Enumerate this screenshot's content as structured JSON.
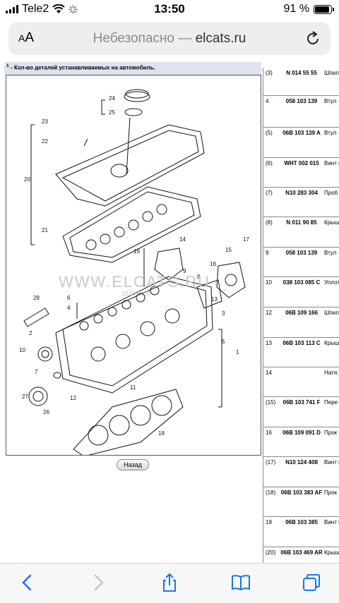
{
  "status_bar": {
    "carrier": "Tele2",
    "time": "13:50",
    "battery": "91 %",
    "battery_level": 0.91
  },
  "browser": {
    "text_size_label": "AA",
    "insecure_label": "Небезопасно —",
    "domain": "elcats.ru"
  },
  "page": {
    "footnote_mark": "1",
    "footnote": "- Кол-во деталей устанавливаемых на автомобиль.",
    "watermark": "WWW.ELCATS.RU",
    "watermark_date": "22.02.2020",
    "back_button": "Назад"
  },
  "callouts": [
    "24",
    "25",
    "23",
    "22",
    "20",
    "21",
    "19",
    "14",
    "15",
    "17",
    "16",
    "13",
    "28",
    "6",
    "4",
    "9",
    "8",
    "3",
    "2",
    "10",
    "5",
    "7",
    "1",
    "27",
    "12",
    "11",
    "26",
    "18"
  ],
  "parts": [
    {
      "pos": "(3)",
      "number": "N 014 55 55",
      "desc": "Шпил"
    },
    {
      "pos": "4",
      "number": "058 103 139",
      "desc": "Втул"
    },
    {
      "pos": "(5)",
      "number": "06B 103 139 A",
      "desc": "Втул"
    },
    {
      "pos": "(6)",
      "number": "WHT 002 015",
      "desc": "Винт голов много"
    },
    {
      "pos": "(7)",
      "number": "N10 283 304",
      "desc": "Проб"
    },
    {
      "pos": "(8)",
      "number": "N 011 90 85",
      "desc": "Крыш"
    },
    {
      "pos": "9",
      "number": "058 103 139",
      "desc": "Втул"
    },
    {
      "pos": "10",
      "number": "038 103 085 C",
      "desc": "Уплот вала правс"
    },
    {
      "pos": "12",
      "number": "06B 109 166",
      "desc": "Шпил"
    },
    {
      "pos": "13",
      "number": "06B 103 113 C",
      "desc": "Крыш"
    },
    {
      "pos": "14",
      "number": "",
      "desc": "Натя: см. п прим"
    },
    {
      "pos": "(15)",
      "number": "06B 103 741 F",
      "desc": "Пере клапа"
    },
    {
      "pos": "16",
      "number": "06B 109 091 D",
      "desc": "Прок"
    },
    {
      "pos": "(17)",
      "number": "N10 124 408",
      "desc": "Винт голов шайб"
    },
    {
      "pos": "(18)",
      "number": "06B 103 383 AF",
      "desc": "Прок"
    },
    {
      "pos": "19",
      "number": "06B 103 385",
      "desc": "Винт голов (комб"
    },
    {
      "pos": "(20)",
      "number": "06B 103 469 AR",
      "desc": "Крыш"
    }
  ],
  "toolbar": {
    "back": "chevron-left-icon",
    "forward": "chevron-right-icon",
    "share": "share-icon",
    "bookmarks": "book-icon",
    "tabs": "tabs-icon"
  },
  "colors": {
    "accent": "#1a73e8",
    "note_bg": "#dde4ef"
  }
}
